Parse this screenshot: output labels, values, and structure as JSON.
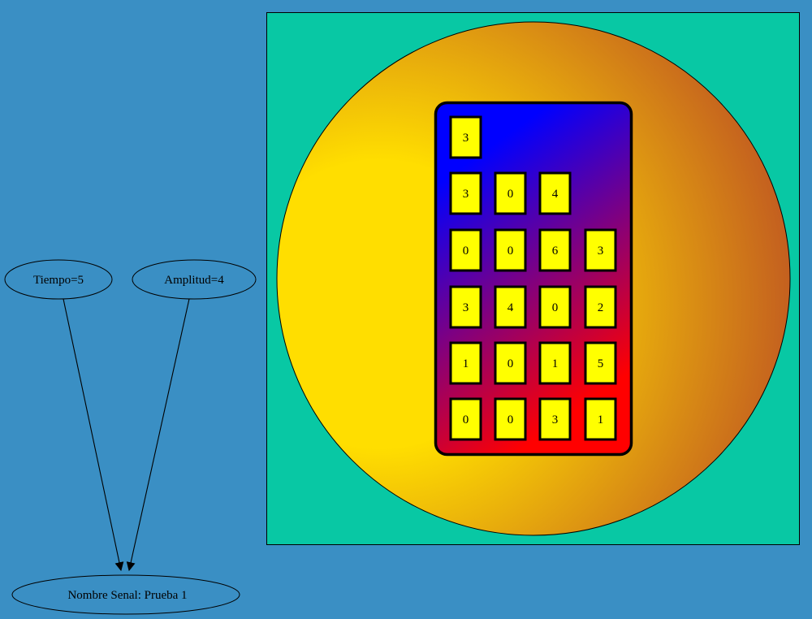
{
  "colors": {
    "background": "#3a8fc4",
    "panel": "#08c8a4",
    "orb_inner": "#ffde00",
    "orb_outer": "#c4601f",
    "grid_top": "#0000ff",
    "grid_bottom": "#ff0000",
    "cell": "#ffff00"
  },
  "graph": {
    "time_node": "Tiempo=5",
    "amplitude_node": "Amplitud=4",
    "signal_node": "Nombre Senal: Prueba 1"
  },
  "matrix": {
    "rows": [
      [
        "3"
      ],
      [
        "3",
        "0",
        "4"
      ],
      [
        "0",
        "0",
        "6",
        "3"
      ],
      [
        "3",
        "4",
        "0",
        "2"
      ],
      [
        "1",
        "0",
        "1",
        "5"
      ],
      [
        "0",
        "0",
        "3",
        "1"
      ]
    ]
  }
}
